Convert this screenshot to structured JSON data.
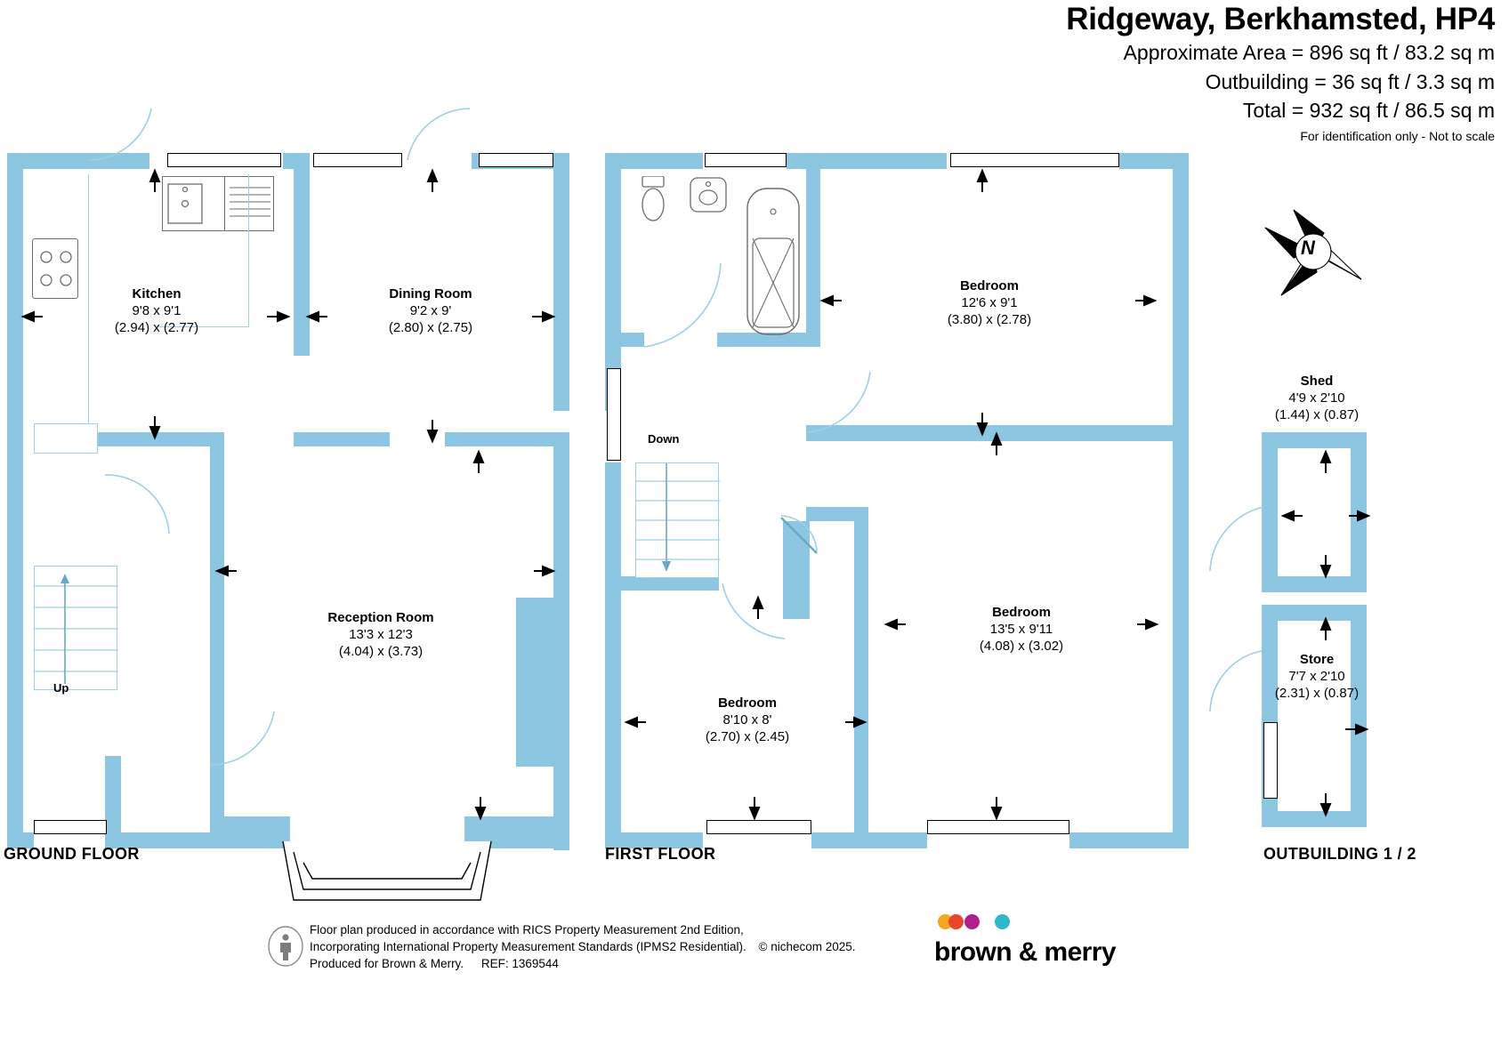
{
  "header": {
    "title": "Ridgeway, Berkhamsted, HP4",
    "approx_area": "Approximate Area = 896 sq ft / 83.2 sq m",
    "outbuilding_area": "Outbuilding = 36 sq ft / 3.3 sq m",
    "total_area": "Total = 932 sq ft / 86.5 sq m",
    "disclaimer": "For identification only - Not to scale"
  },
  "floors": {
    "ground": "GROUND FLOOR",
    "first": "FIRST FLOOR",
    "outbuilding": "OUTBUILDING 1 / 2"
  },
  "rooms": {
    "kitchen": {
      "name": "Kitchen",
      "imperial": "9'8 x 9'1",
      "metric": "(2.94) x (2.77)"
    },
    "dining": {
      "name": "Dining Room",
      "imperial": "9'2 x 9'",
      "metric": "(2.80) x (2.75)"
    },
    "reception": {
      "name": "Reception Room",
      "imperial": "13'3 x 12'3",
      "metric": "(4.04) x (3.73)"
    },
    "bedroom1": {
      "name": "Bedroom",
      "imperial": "12'6 x 9'1",
      "metric": "(3.80) x (2.78)"
    },
    "bedroom2": {
      "name": "Bedroom",
      "imperial": "13'5 x 9'11",
      "metric": "(4.08) x (3.02)"
    },
    "bedroom3": {
      "name": "Bedroom",
      "imperial": "8'10 x 8'",
      "metric": "(2.70) x (2.45)"
    },
    "shed": {
      "name": "Shed",
      "imperial": "4'9 x 2'10",
      "metric": "(1.44) x (0.87)"
    },
    "store": {
      "name": "Store",
      "imperial": "7'7 x 2'10",
      "metric": "(2.31) x (0.87)"
    }
  },
  "stairs": {
    "up": "Up",
    "down": "Down"
  },
  "compass": {
    "north": "N"
  },
  "footer": {
    "line1": "Floor plan produced in accordance with RICS Property Measurement 2nd Edition,",
    "line2": "Incorporating International Property Measurement Standards (IPMS2 Residential).",
    "copyright": "© nichecom 2025.",
    "line3": "Produced for Brown & Merry.",
    "ref": "REF: 1369544",
    "brand": "brown & merry",
    "brand_dot_colors": [
      "#f5a623",
      "#e8462a",
      "#b01f8c",
      "#2fb8c9"
    ]
  },
  "colors": {
    "wall": "#8cc6e0",
    "accent": "#2fb8c9"
  }
}
